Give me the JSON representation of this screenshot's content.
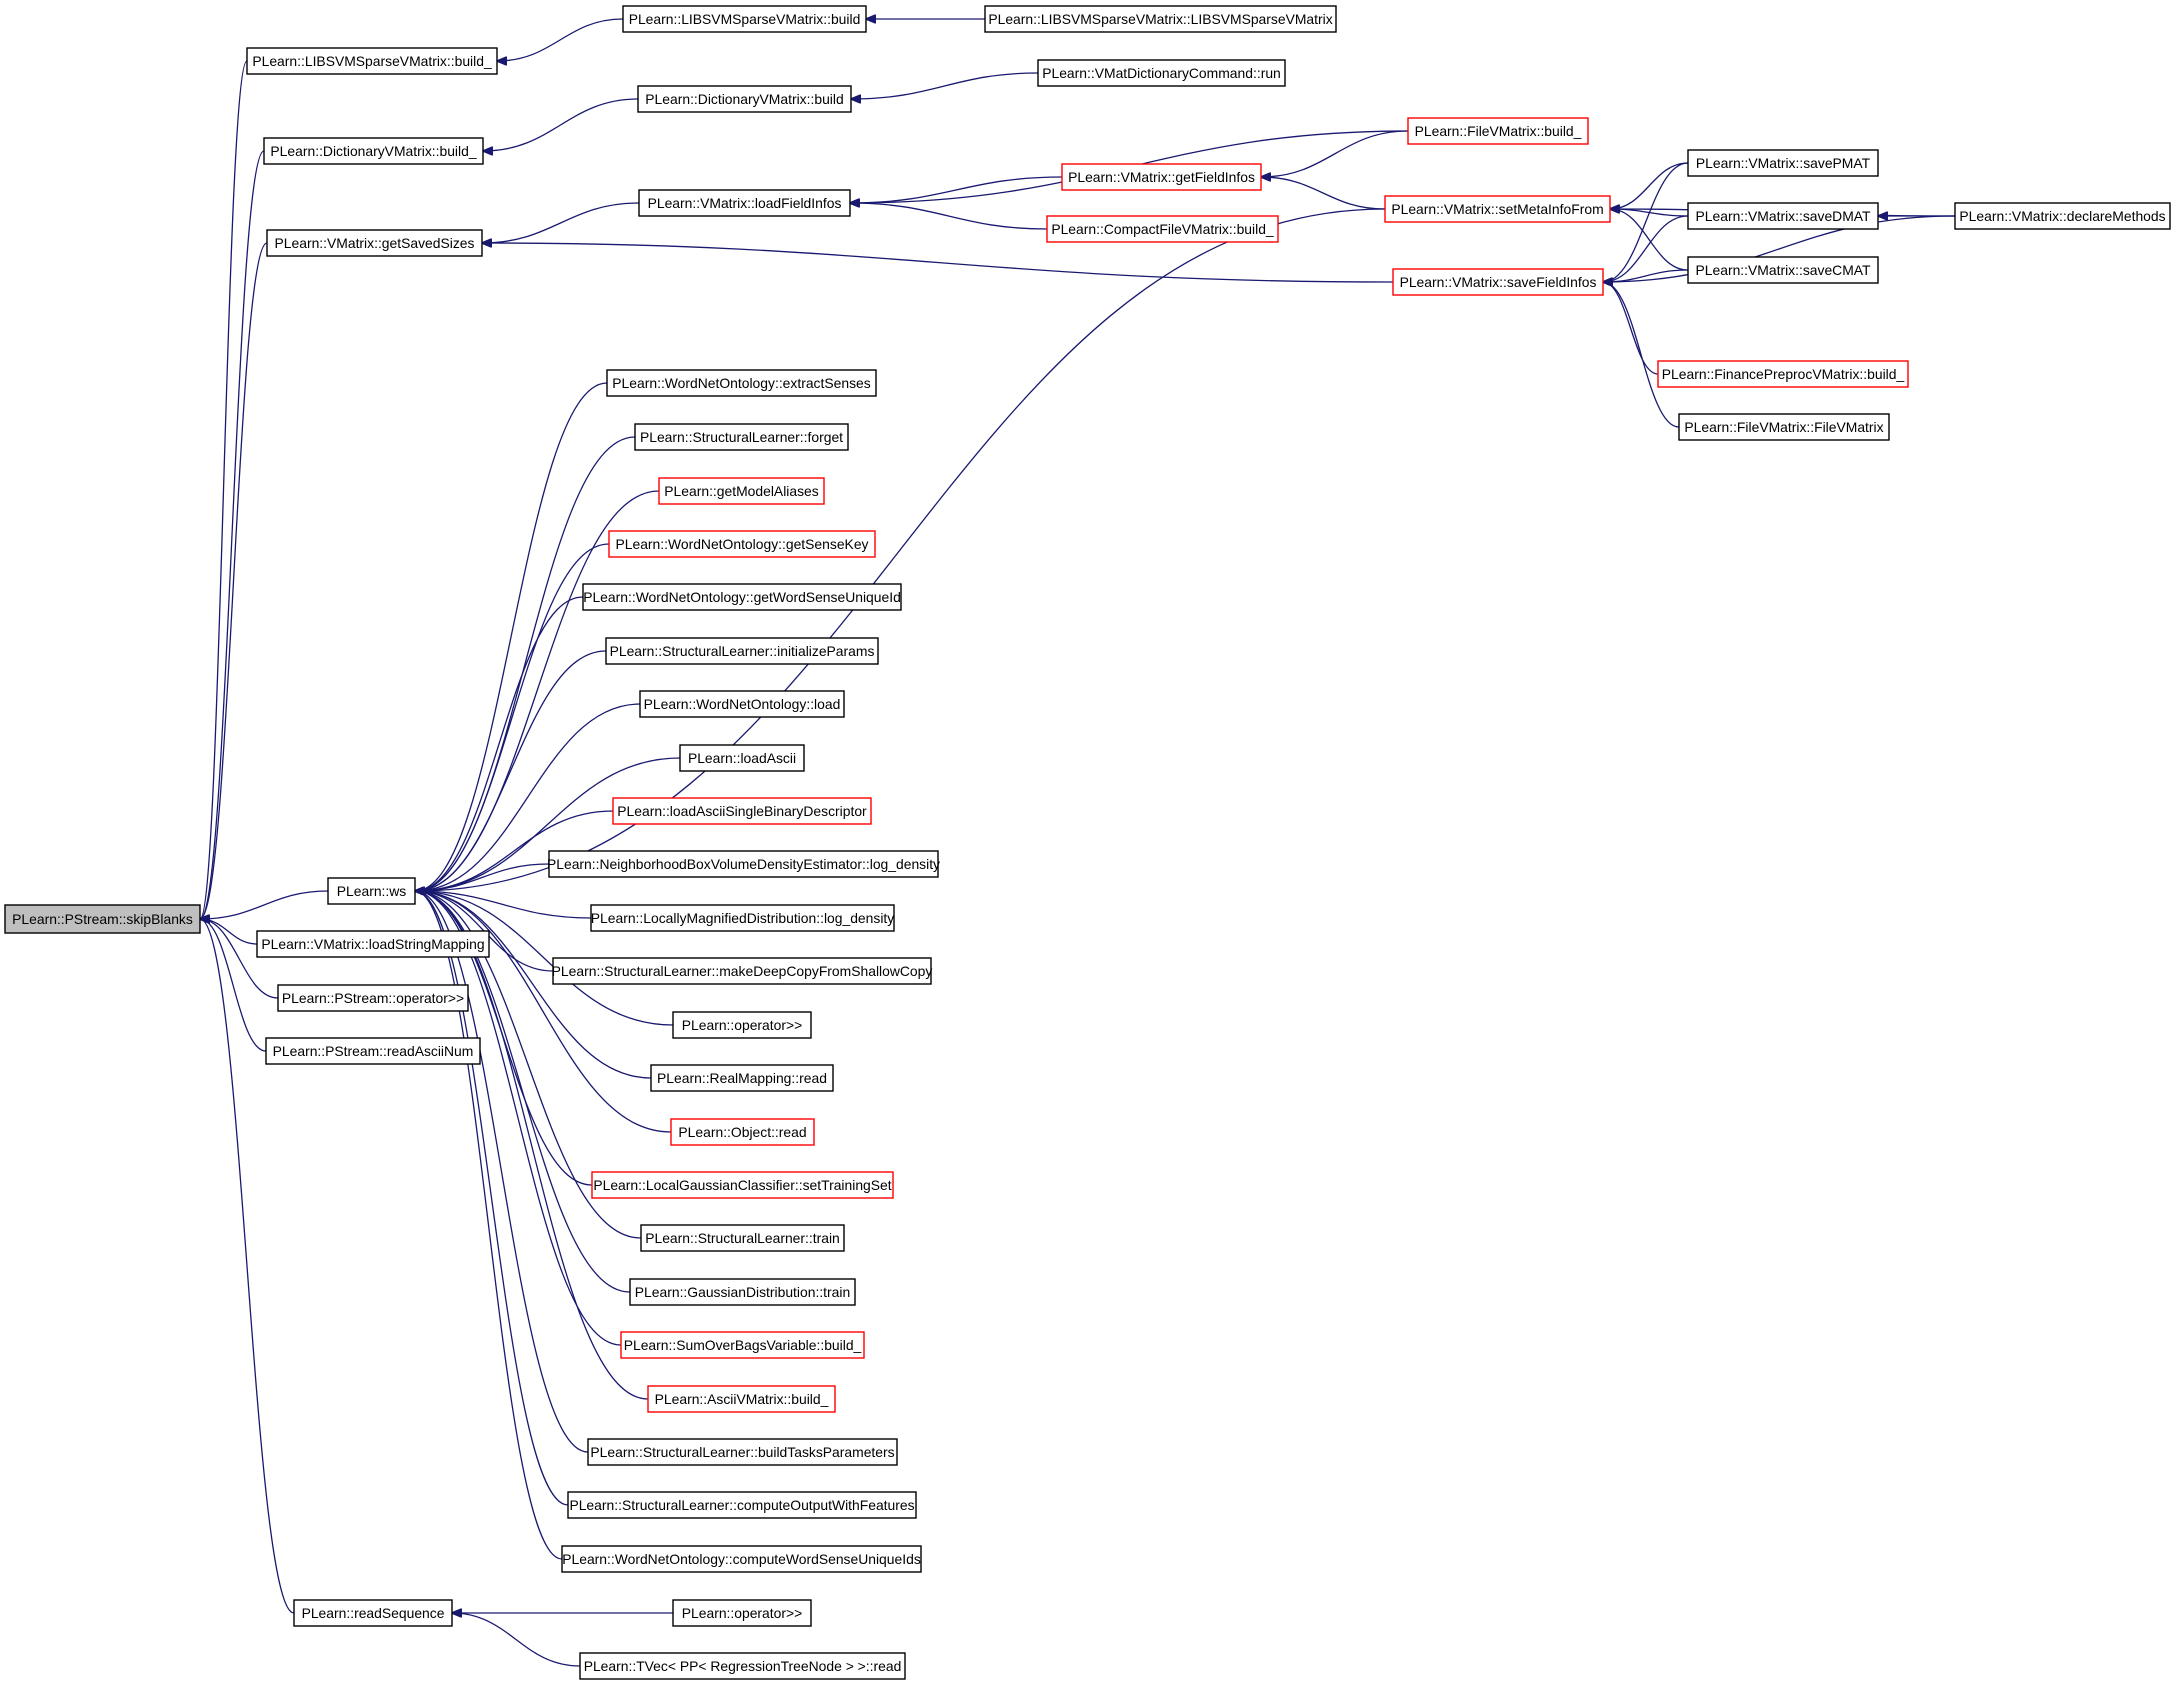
{
  "colors": {
    "edge": "#191970",
    "node_border": "#000000",
    "node_border_truncated": "#ff0000",
    "root_fill": "#bfbfbf",
    "node_fill": "#ffffff",
    "text": "#000000"
  },
  "graph": {
    "root": "skipBlanks",
    "nodes": [
      {
        "id": "skipBlanks",
        "label": "PLearn::PStream::skipBlanks",
        "style": "root"
      },
      {
        "id": "libsvmBuild_",
        "label": "PLearn::LIBSVMSparseVMatrix::build_",
        "style": "normal"
      },
      {
        "id": "libsvmBuild",
        "label": "PLearn::LIBSVMSparseVMatrix::build",
        "style": "normal"
      },
      {
        "id": "libsvmCtor",
        "label": "PLearn::LIBSVMSparseVMatrix::LIBSVMSparseVMatrix",
        "style": "normal"
      },
      {
        "id": "dictBuild_",
        "label": "PLearn::DictionaryVMatrix::build_",
        "style": "normal"
      },
      {
        "id": "dictBuild",
        "label": "PLearn::DictionaryVMatrix::build",
        "style": "normal"
      },
      {
        "id": "vmatDictRun",
        "label": "PLearn::VMatDictionaryCommand::run",
        "style": "normal"
      },
      {
        "id": "getSavedSizes",
        "label": "PLearn::VMatrix::getSavedSizes",
        "style": "normal"
      },
      {
        "id": "loadFieldInfos",
        "label": "PLearn::VMatrix::loadFieldInfos",
        "style": "normal"
      },
      {
        "id": "fileVBuild_",
        "label": "PLearn::FileVMatrix::build_",
        "style": "truncated"
      },
      {
        "id": "getFieldInfos",
        "label": "PLearn::VMatrix::getFieldInfos",
        "style": "truncated"
      },
      {
        "id": "compactBuild_",
        "label": "PLearn::CompactFileVMatrix::build_",
        "style": "truncated"
      },
      {
        "id": "setMetaInfoFrom",
        "label": "PLearn::VMatrix::setMetaInfoFrom",
        "style": "truncated"
      },
      {
        "id": "saveFieldInfos",
        "label": "PLearn::VMatrix::saveFieldInfos",
        "style": "truncated"
      },
      {
        "id": "savePMAT",
        "label": "PLearn::VMatrix::savePMAT",
        "style": "normal"
      },
      {
        "id": "saveDMAT",
        "label": "PLearn::VMatrix::saveDMAT",
        "style": "normal"
      },
      {
        "id": "saveCMAT",
        "label": "PLearn::VMatrix::saveCMAT",
        "style": "normal"
      },
      {
        "id": "declareMethods",
        "label": "PLearn::VMatrix::declareMethods",
        "style": "normal"
      },
      {
        "id": "financeBuild_",
        "label": "PLearn::FinancePreprocVMatrix::build_",
        "style": "truncated"
      },
      {
        "id": "fileVCtor",
        "label": "PLearn::FileVMatrix::FileVMatrix",
        "style": "normal"
      },
      {
        "id": "ws",
        "label": "PLearn::ws",
        "style": "normal"
      },
      {
        "id": "loadStringMapping",
        "label": "PLearn::VMatrix::loadStringMapping",
        "style": "normal"
      },
      {
        "id": "pstreamOp",
        "label": "PLearn::PStream::operator>>",
        "style": "normal"
      },
      {
        "id": "readAsciiNum",
        "label": "PLearn::PStream::readAsciiNum",
        "style": "normal"
      },
      {
        "id": "readSequence",
        "label": "PLearn::readSequence",
        "style": "normal"
      },
      {
        "id": "wn_extract",
        "label": "PLearn::WordNetOntology::extractSenses",
        "style": "normal"
      },
      {
        "id": "sl_forget",
        "label": "PLearn::StructuralLearner::forget",
        "style": "normal"
      },
      {
        "id": "getModelAliases",
        "label": "PLearn::getModelAliases",
        "style": "truncated"
      },
      {
        "id": "wn_getSenseKey",
        "label": "PLearn::WordNetOntology::getSenseKey",
        "style": "truncated"
      },
      {
        "id": "wn_getWSU",
        "label": "PLearn::WordNetOntology::getWordSenseUniqueId",
        "style": "normal"
      },
      {
        "id": "sl_init",
        "label": "PLearn::StructuralLearner::initializeParams",
        "style": "normal"
      },
      {
        "id": "wn_load",
        "label": "PLearn::WordNetOntology::load",
        "style": "normal"
      },
      {
        "id": "loadAscii",
        "label": "PLearn::loadAscii",
        "style": "normal"
      },
      {
        "id": "loadAsciiSBD",
        "label": "PLearn::loadAsciiSingleBinaryDescriptor",
        "style": "truncated"
      },
      {
        "id": "nbv_logd",
        "label": "PLearn::NeighborhoodBoxVolumeDensityEstimator::log_density",
        "style": "normal"
      },
      {
        "id": "lmd_logd",
        "label": "PLearn::LocallyMagnifiedDistribution::log_density",
        "style": "normal"
      },
      {
        "id": "sl_deepcopy",
        "label": "PLearn::StructuralLearner::makeDeepCopyFromShallowCopy",
        "style": "normal"
      },
      {
        "id": "op_ws",
        "label": "PLearn::operator>>",
        "style": "normal"
      },
      {
        "id": "rm_read",
        "label": "PLearn::RealMapping::read",
        "style": "normal"
      },
      {
        "id": "obj_read",
        "label": "PLearn::Object::read",
        "style": "truncated"
      },
      {
        "id": "lgc_set",
        "label": "PLearn::LocalGaussianClassifier::setTrainingSet",
        "style": "truncated"
      },
      {
        "id": "sl_train",
        "label": "PLearn::StructuralLearner::train",
        "style": "normal"
      },
      {
        "id": "gd_train",
        "label": "PLearn::GaussianDistribution::train",
        "style": "normal"
      },
      {
        "id": "sob_build",
        "label": "PLearn::SumOverBagsVariable::build_",
        "style": "truncated"
      },
      {
        "id": "ascii_build",
        "label": "PLearn::AsciiVMatrix::build_",
        "style": "truncated"
      },
      {
        "id": "sl_btp",
        "label": "PLearn::StructuralLearner::buildTasksParameters",
        "style": "normal"
      },
      {
        "id": "sl_cowf",
        "label": "PLearn::StructuralLearner::computeOutputWithFeatures",
        "style": "normal"
      },
      {
        "id": "wn_cwsu",
        "label": "PLearn::WordNetOntology::computeWordSenseUniqueIds",
        "style": "normal"
      },
      {
        "id": "op_rs",
        "label": "PLearn::operator>>",
        "style": "normal"
      },
      {
        "id": "tvec_read",
        "label": "PLearn::TVec< PP< RegressionTreeNode > >::read",
        "style": "normal"
      }
    ],
    "edges": [
      [
        "libsvmBuild_",
        "skipBlanks"
      ],
      [
        "dictBuild_",
        "skipBlanks"
      ],
      [
        "getSavedSizes",
        "skipBlanks"
      ],
      [
        "ws",
        "skipBlanks"
      ],
      [
        "loadStringMapping",
        "skipBlanks"
      ],
      [
        "pstreamOp",
        "skipBlanks"
      ],
      [
        "readAsciiNum",
        "skipBlanks"
      ],
      [
        "readSequence",
        "skipBlanks"
      ],
      [
        "libsvmBuild",
        "libsvmBuild_"
      ],
      [
        "libsvmCtor",
        "libsvmBuild"
      ],
      [
        "dictBuild",
        "dictBuild_"
      ],
      [
        "vmatDictRun",
        "dictBuild"
      ],
      [
        "loadFieldInfos",
        "getSavedSizes"
      ],
      [
        "saveFieldInfos",
        "getSavedSizes"
      ],
      [
        "fileVBuild_",
        "loadFieldInfos"
      ],
      [
        "getFieldInfos",
        "loadFieldInfos"
      ],
      [
        "compactBuild_",
        "loadFieldInfos"
      ],
      [
        "fileVBuild_",
        "getFieldInfos"
      ],
      [
        "setMetaInfoFrom",
        "getFieldInfos"
      ],
      [
        "savePMAT",
        "setMetaInfoFrom"
      ],
      [
        "saveDMAT",
        "setMetaInfoFrom"
      ],
      [
        "saveCMAT",
        "setMetaInfoFrom"
      ],
      [
        "declareMethods",
        "setMetaInfoFrom"
      ],
      [
        "savePMAT",
        "saveFieldInfos"
      ],
      [
        "saveDMAT",
        "saveFieldInfos"
      ],
      [
        "saveCMAT",
        "saveFieldInfos"
      ],
      [
        "declareMethods",
        "saveFieldInfos"
      ],
      [
        "financeBuild_",
        "saveFieldInfos"
      ],
      [
        "fileVCtor",
        "saveFieldInfos"
      ],
      [
        "declareMethods",
        "saveDMAT"
      ],
      [
        "setMetaInfoFrom",
        "ws"
      ],
      [
        "wn_extract",
        "ws"
      ],
      [
        "sl_forget",
        "ws"
      ],
      [
        "getModelAliases",
        "ws"
      ],
      [
        "wn_getSenseKey",
        "ws"
      ],
      [
        "wn_getWSU",
        "ws"
      ],
      [
        "sl_init",
        "ws"
      ],
      [
        "wn_load",
        "ws"
      ],
      [
        "loadAscii",
        "ws"
      ],
      [
        "loadAsciiSBD",
        "ws"
      ],
      [
        "nbv_logd",
        "ws"
      ],
      [
        "lmd_logd",
        "ws"
      ],
      [
        "sl_deepcopy",
        "ws"
      ],
      [
        "op_ws",
        "ws"
      ],
      [
        "rm_read",
        "ws"
      ],
      [
        "obj_read",
        "ws"
      ],
      [
        "lgc_set",
        "ws"
      ],
      [
        "sl_train",
        "ws"
      ],
      [
        "gd_train",
        "ws"
      ],
      [
        "sob_build",
        "ws"
      ],
      [
        "ascii_build",
        "ws"
      ],
      [
        "sl_btp",
        "ws"
      ],
      [
        "sl_cowf",
        "ws"
      ],
      [
        "wn_cwsu",
        "ws"
      ],
      [
        "op_rs",
        "readSequence"
      ],
      [
        "tvec_read",
        "readSequence"
      ]
    ]
  }
}
